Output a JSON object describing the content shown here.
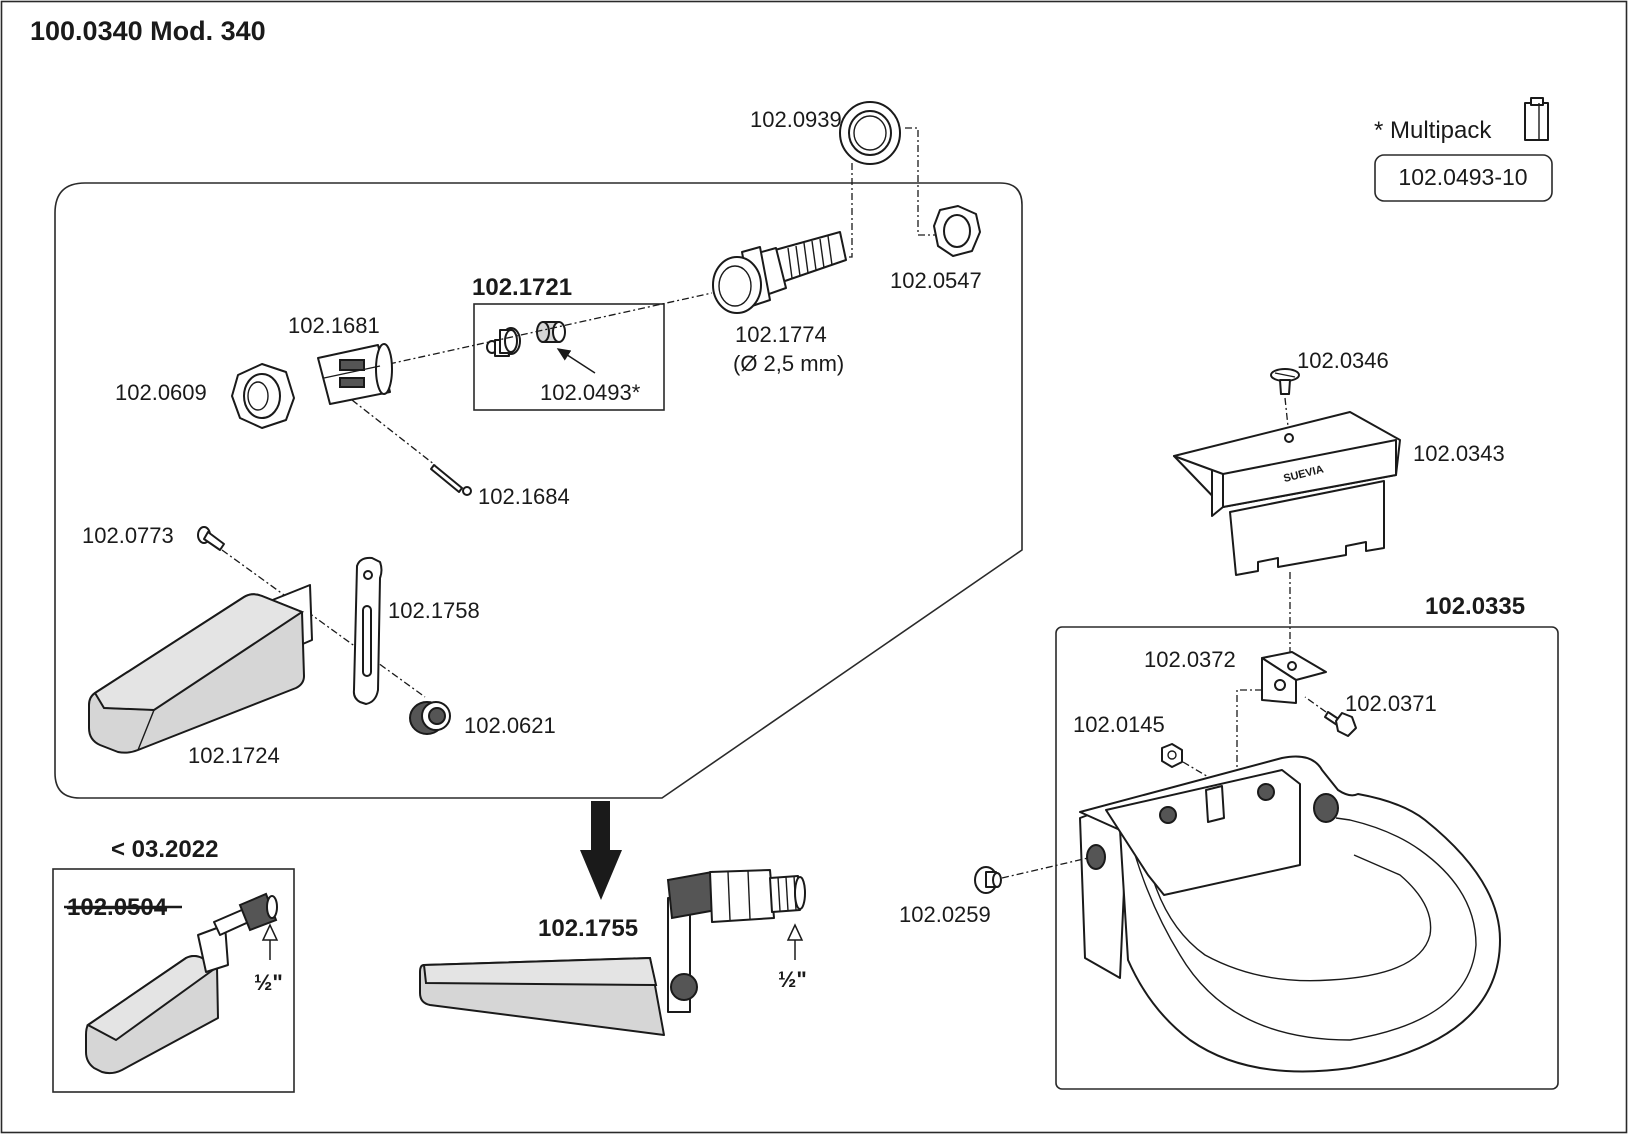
{
  "title": "100.0340 Mod. 340",
  "multipack": {
    "label": "* Multipack",
    "code": "102.0493-10",
    "icon": "box-icon"
  },
  "valve_group": {
    "code": "102.1721",
    "parts": {
      "gasket_ring": "102.0939",
      "nut_top": "102.0547",
      "threaded_body": "102.1774",
      "threaded_body_note": "(Ø 2,5 mm)",
      "valve_cage": "102.1681",
      "nut_left": "102.0609",
      "valve_seal": "102.0493*",
      "pin": "102.1684",
      "screw": "102.0773",
      "lever_arm": "102.1758",
      "float": "102.1724",
      "bush": "102.0621"
    }
  },
  "old_version": {
    "heading": "< 03.2022",
    "code": "102.0504",
    "thread": "½\""
  },
  "new_float_valve": {
    "code": "102.1755",
    "thread": "½\""
  },
  "bowl_group": {
    "code": "102.0335",
    "parts": {
      "cover_screw": "102.0346",
      "cover": "102.0343",
      "cover_brand": "SUEVIA",
      "bracket": "102.0372",
      "bracket_bolt": "102.0371",
      "nut": "102.0145",
      "plug": "102.0259"
    }
  }
}
